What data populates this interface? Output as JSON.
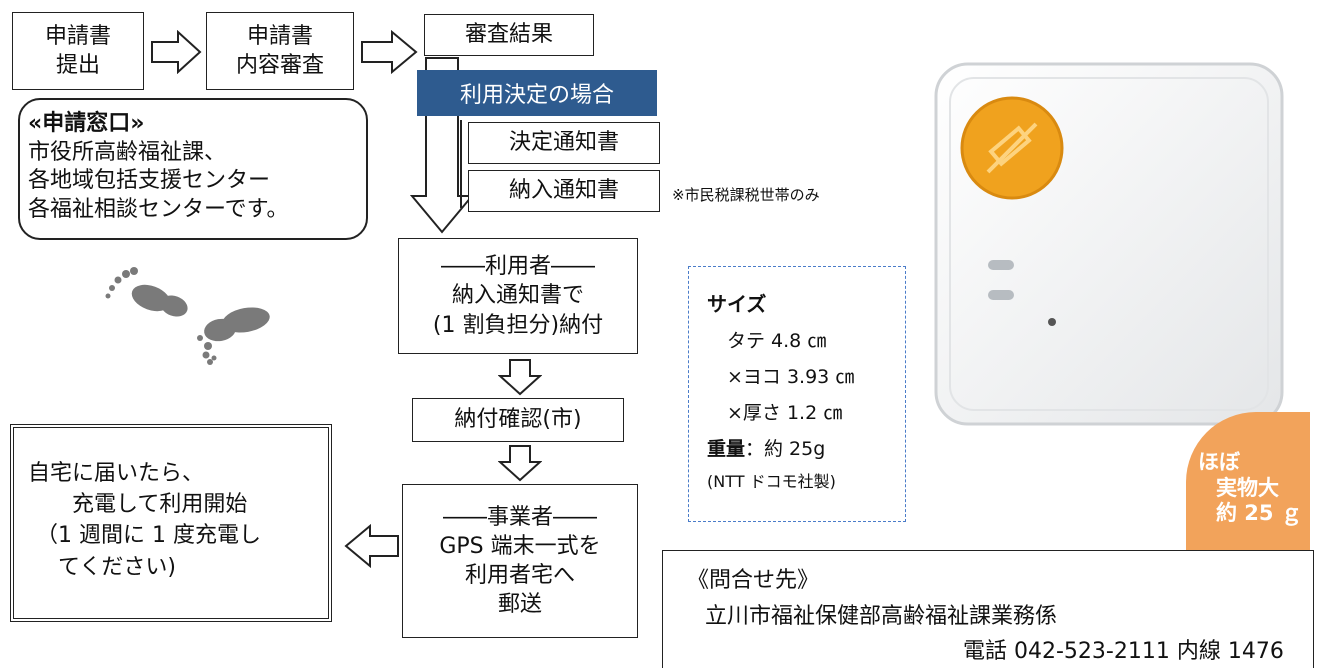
{
  "flow": {
    "step1": [
      "申請書",
      "提出"
    ],
    "step2": [
      "申請書",
      "内容審査"
    ],
    "step3": "審査結果",
    "decision_banner": "利用決定の場合",
    "notice1": "決定通知書",
    "notice2": "納入通知書",
    "notice2_note": "※市民税課税世帯のみ",
    "user_box": [
      "――利用者――",
      "納入通知書で",
      "(1 割負担分)納付"
    ],
    "confirm_box": "納付確認(市)",
    "vendor_box": [
      "――事業者――",
      "GPS 端末一式を",
      "利用者宅へ",
      "郵送"
    ],
    "final_box": [
      "自宅に届いたら、",
      "充電して利用開始",
      "（1 週間に 1 度充電し",
      "てください)"
    ]
  },
  "window": {
    "title": "«申請窓口»",
    "lines": [
      "市役所高齢福祉課、",
      "各地域包括支援センター",
      "各福祉相談センターです。"
    ]
  },
  "specs": {
    "heading": "サイズ",
    "lines": [
      "タテ 4.8 ㎝",
      "×ヨコ 3.93 ㎝",
      "×厚さ 1.2 ㎝"
    ],
    "weight_label": "重量",
    "weight_value": "：約 25g",
    "maker": "(NTT ドコモ社製)"
  },
  "badge": {
    "line1": "ほぼ",
    "line2": "実物大",
    "line3": "約 25 ｇ"
  },
  "contact": {
    "heading": "《問合せ先》",
    "dept": "立川市福祉保健部高齢福祉課業務係",
    "phone": "電話 042-523-2111 内線 1476"
  },
  "colors": {
    "banner": "#2e5b8f",
    "badge": "#f2a35b",
    "device_button": "#f0a21e"
  }
}
